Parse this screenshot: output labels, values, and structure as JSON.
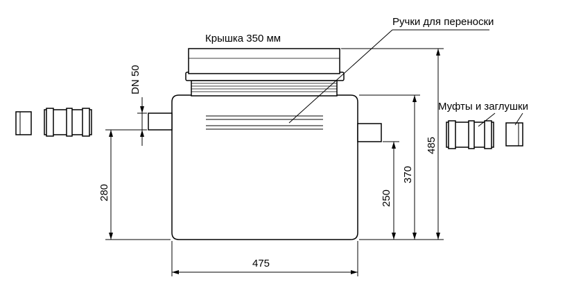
{
  "labels": {
    "lid": "Крышка   350  мм",
    "handles": "Ручки для переноски",
    "fittings": "Муфты и заглушки",
    "dn": "DN 50"
  },
  "dimensions": {
    "width": "475",
    "height_total": "485",
    "height_body": "370",
    "outlet_height": "250",
    "inlet_height": "280"
  },
  "colors": {
    "line": "#000000",
    "background": "#ffffff"
  }
}
